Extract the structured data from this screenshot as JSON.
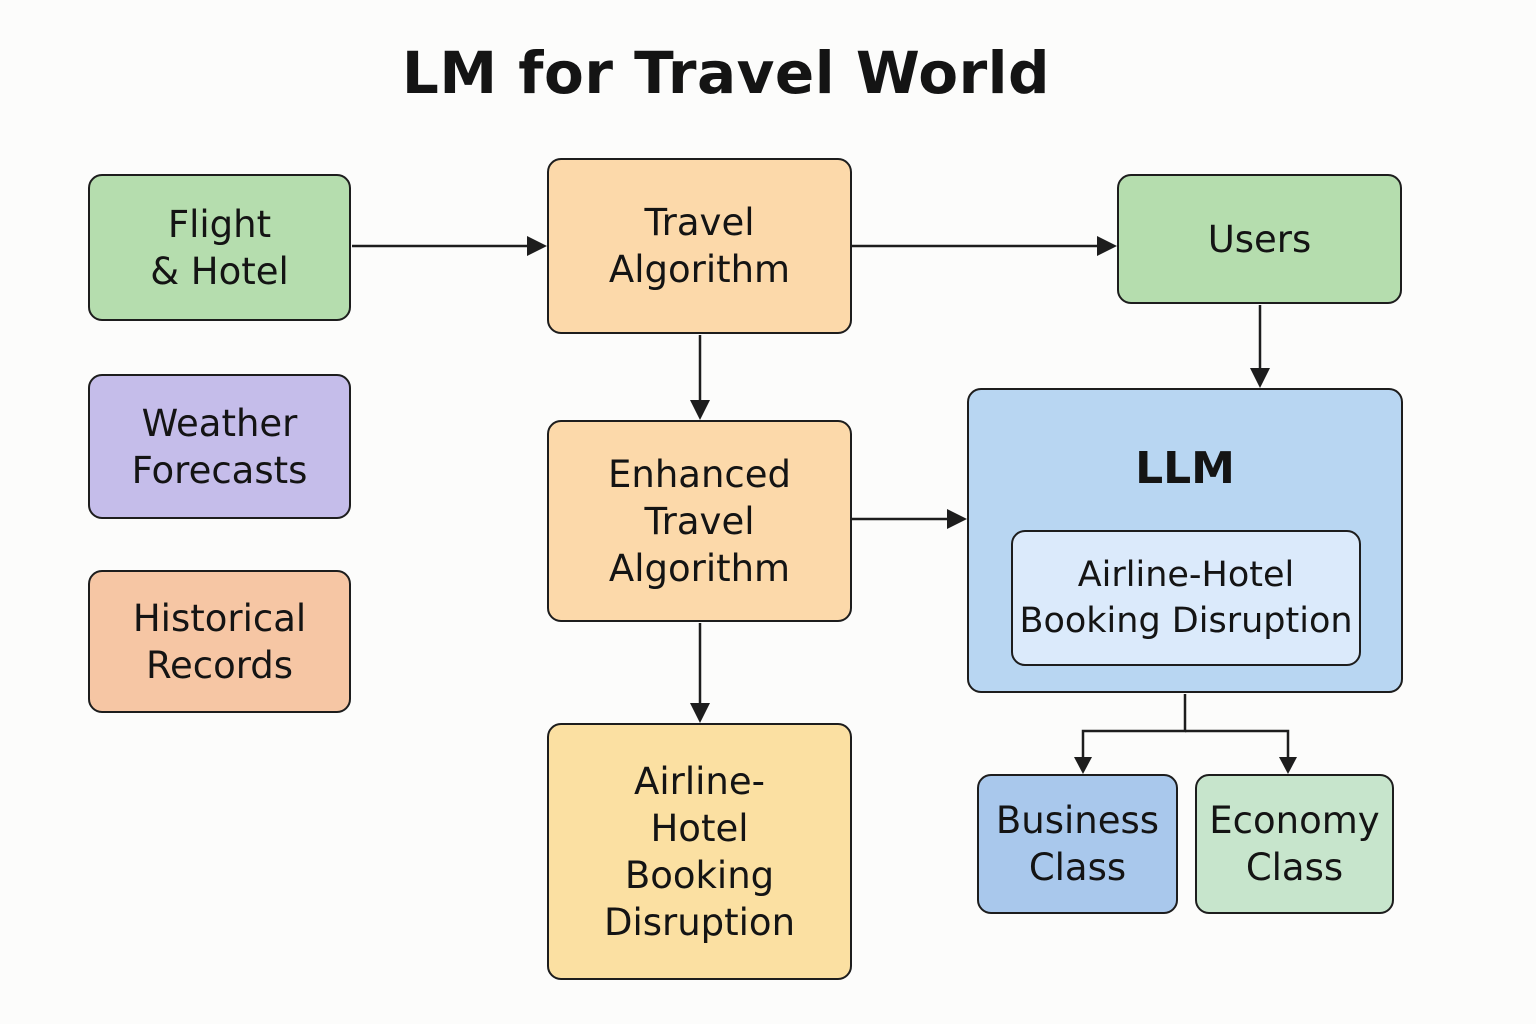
{
  "title": "LM for Travel World",
  "nodes": {
    "flight_hotel": "Flight\n& Hotel",
    "weather": "Weather\nForecasts",
    "historical": "Historical\nRecords",
    "travel_algorithm": "Travel\nAlgorithm",
    "enhanced_algorithm": "Enhanced\nTravel\nAlgorithm",
    "disruption": "Airline-\nHotel\nBooking\nDisruption",
    "users": "Users",
    "llm": "LLM",
    "llm_inner": "Airline-Hotel\nBooking Disruption",
    "business": "Business\nClass",
    "economy": "Economy\nClass"
  },
  "colors": {
    "green": "#b5ddae",
    "purple": "#c5bdea",
    "salmon": "#f6c6a4",
    "orange": "#fcd9aa",
    "yellow": "#fbe0a2",
    "blue": "#b8d6f2",
    "light_blue": "#dbeafb",
    "mid_blue": "#a9c8ec",
    "mint": "#c7e5cc",
    "stroke": "#1d1d1d"
  }
}
